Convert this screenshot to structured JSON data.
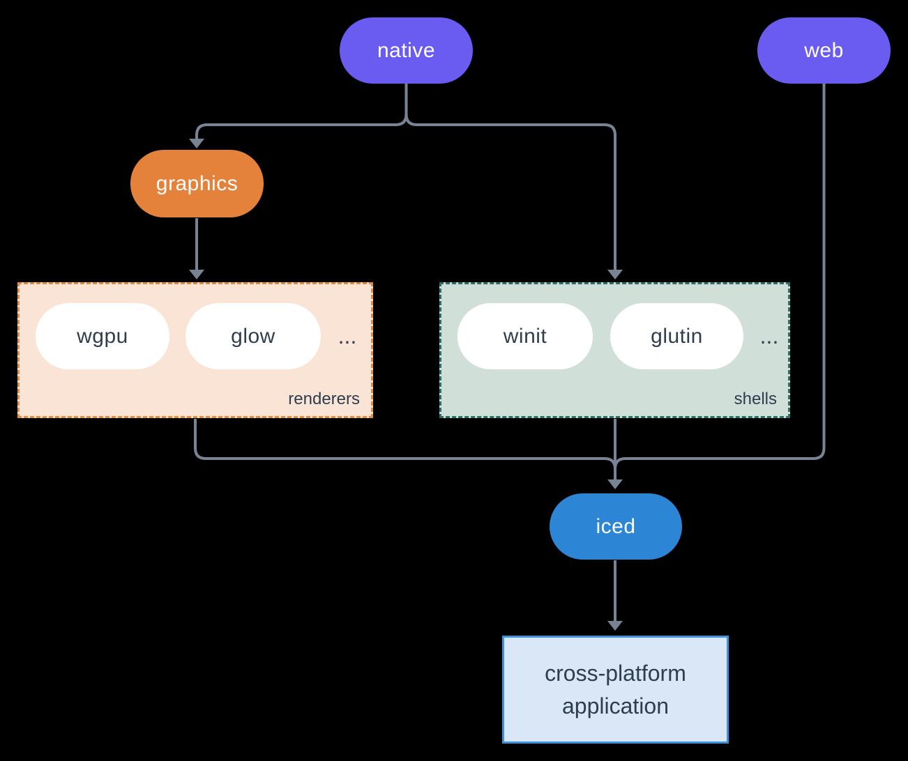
{
  "diagram": {
    "nodes": {
      "native": "native",
      "web": "web",
      "graphics": "graphics",
      "iced": "iced",
      "application": "cross-platform application"
    },
    "groups": {
      "renderers": {
        "label": "renderers",
        "items": [
          "wgpu",
          "glow"
        ],
        "more": "..."
      },
      "shells": {
        "label": "shells",
        "items": [
          "winit",
          "glutin"
        ],
        "more": "..."
      }
    },
    "colors": {
      "background": "#000000",
      "native_web_fill": "#6A5CF0",
      "graphics_fill": "#E4823C",
      "iced_fill": "#2D85D6",
      "renderers_bg": "#FAE4D6",
      "renderers_border": "#E68A3C",
      "shells_bg": "#D1DFD9",
      "shells_border": "#2B7065",
      "app_bg": "#D9E7F6",
      "app_border": "#4090DC",
      "dark_text": "#2F3E4F",
      "connector": "#788494"
    }
  }
}
